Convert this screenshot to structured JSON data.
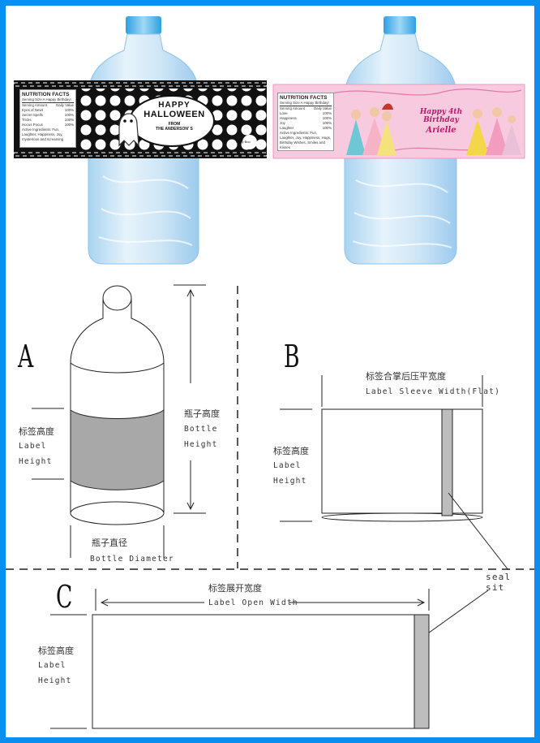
{
  "photo": {
    "halloween": {
      "nutrition_title": "NUTRITION FACTS",
      "serving_size": "Serving Size A Happy Birthday!",
      "serving_amount": "Serving Amount",
      "daily_value": "Daily Value",
      "rows": [
        {
          "name": "Eyes of Newt",
          "value": "100%"
        },
        {
          "name": "Secret Spells",
          "value": "100%"
        },
        {
          "name": "Tricks",
          "value": "100%"
        },
        {
          "name": "Hocus Pocus",
          "value": "100%"
        }
      ],
      "ingredients": "Active Ingredients: Fun, Laughter, Happiness, Joy, mysterious and screaming",
      "happy": "HAPPY",
      "halloween": "HALLOWEEN",
      "from": "FROM",
      "family": "THE ANDERSON' S",
      "corner_text": "Tricky Boo",
      "colors": {
        "band": "#111111",
        "dot": "#ffffff"
      }
    },
    "birthday": {
      "nutrition_title": "NUTRITION FACTS",
      "serving_size": "Serving Size A Happy Birthday!",
      "serving_amount": "Serving Amount",
      "daily_value": "Daily Value",
      "rows": [
        {
          "name": "Love",
          "value": "100%"
        },
        {
          "name": "Happiness",
          "value": "100%"
        },
        {
          "name": "Joy",
          "value": "100%"
        },
        {
          "name": "Laughter",
          "value": "100%"
        }
      ],
      "ingredients": "Active Ingredients: Fun, Laughter, Joy, Happiness, Hugs, Birthday Wishes, Smiles and Kisses",
      "greeting": "Happy 4th Birthday",
      "name": "Arielle",
      "colors": {
        "band": "#f6c6dc",
        "text": "#c2186b"
      }
    }
  },
  "diagram_a": {
    "letter": "A",
    "label_height_cn": "标签高度",
    "label_height_en_1": "Label",
    "label_height_en_2": "Height",
    "bottle_height_cn": "瓶子高度",
    "bottle_height_en_1": "Bottle",
    "bottle_height_en_2": "Height",
    "diameter_cn": "瓶子直径",
    "diameter_en": "Bottle Diameter"
  },
  "diagram_b": {
    "letter": "B",
    "width_cn": "标签合掌后压平宽度",
    "width_en": "Label Sleeve Width(Flat)",
    "label_height_cn": "标签高度",
    "label_height_en_1": "Label",
    "label_height_en_2": "Height"
  },
  "diagram_c": {
    "letter": "C",
    "width_cn": "标签展开宽度",
    "width_en": "Label Open Width",
    "label_height_cn": "标签高度",
    "label_height_en_1": "Label",
    "label_height_en_2": "Height"
  },
  "seal_label": "seal sit",
  "colors": {
    "frame": "#0a8ff0",
    "seal": "#bdbdbd",
    "label_band": "#a8a8a8",
    "bottle_water": "#cfe6f6",
    "bottle_cap": "#4fb3ea"
  }
}
